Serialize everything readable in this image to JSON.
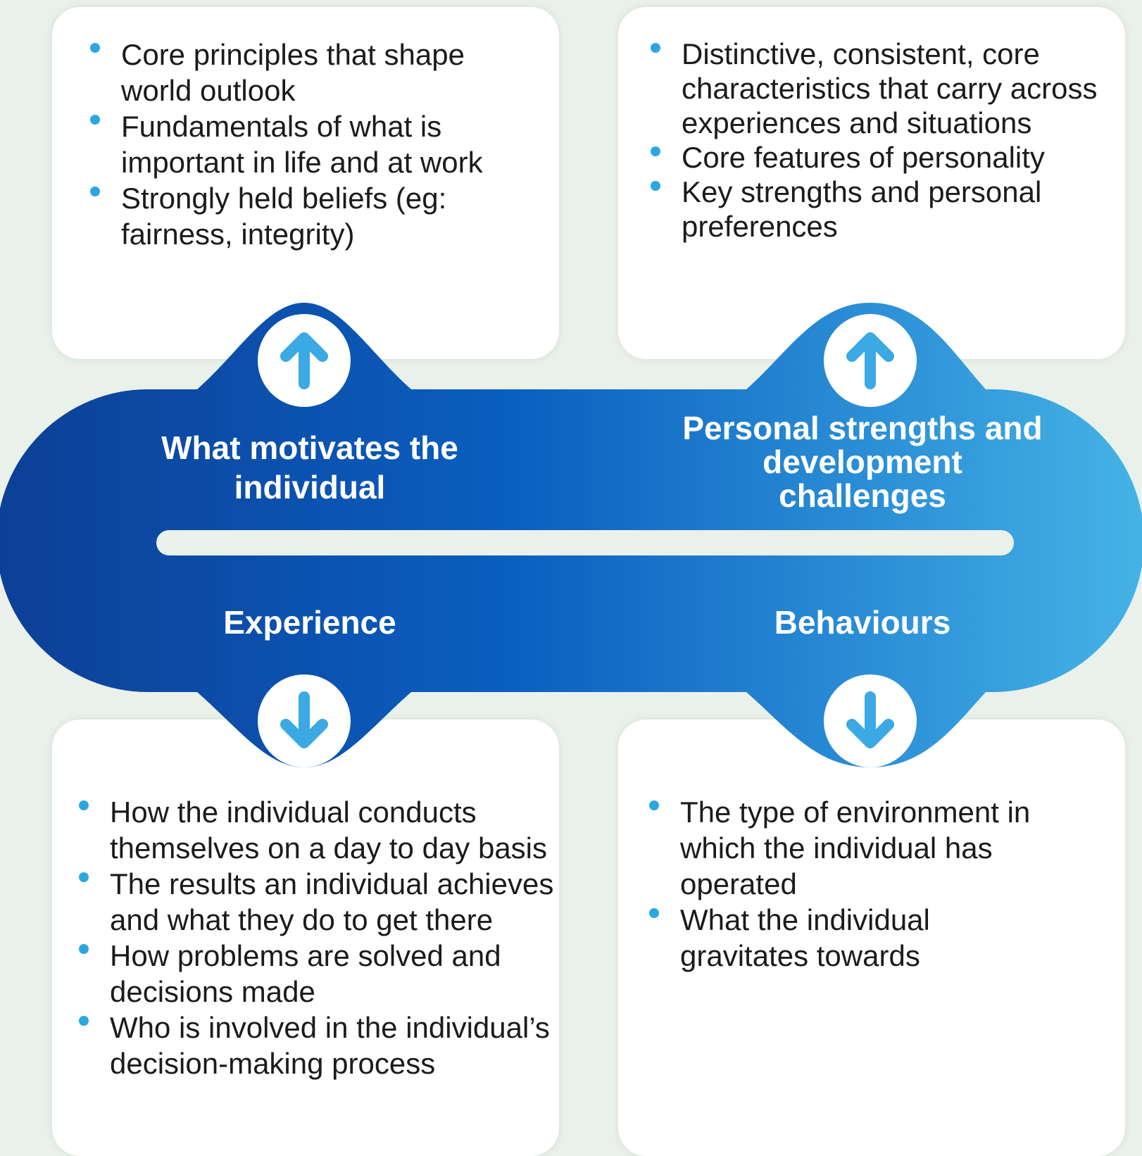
{
  "quadrants": {
    "top_left": {
      "label": "What motivates the individual",
      "bullets": [
        "Core principles that shape world outlook",
        "Fundamentals of what is important in life and at work",
        "Strongly held beliefs (eg: fairness, integrity)"
      ]
    },
    "top_right": {
      "label": "Personal strengths and development challenges",
      "bullets": [
        "Distinctive, consistent, core characteristics that carry across experiences and situations",
        "Core features of personality",
        "Key strengths and personal preferences"
      ]
    },
    "bottom_left": {
      "label": "Experience",
      "bullets": [
        "How the individual conducts themselves on a day to day basis",
        "The results an individual achieves and what they do to get there",
        "How problems are solved and decisions made",
        "Who is involved in the individual’s decision-making process"
      ]
    },
    "bottom_right": {
      "label": "Behaviours",
      "bullets": [
        "The type of environment in which the individual has operated",
        "What the individual gravitates towards"
      ]
    }
  },
  "colors": {
    "band_dark": "#0d3f96",
    "band_mid": "#0a5fc0",
    "band_light": "#45b3e6",
    "bullet": "#2aa7e1",
    "background": "#e9f1ea",
    "arrow": "#3aa9e4"
  },
  "icons": {
    "top_left": "arrow-up-icon",
    "top_right": "arrow-up-icon",
    "bottom_left": "arrow-down-icon",
    "bottom_right": "arrow-down-icon"
  }
}
